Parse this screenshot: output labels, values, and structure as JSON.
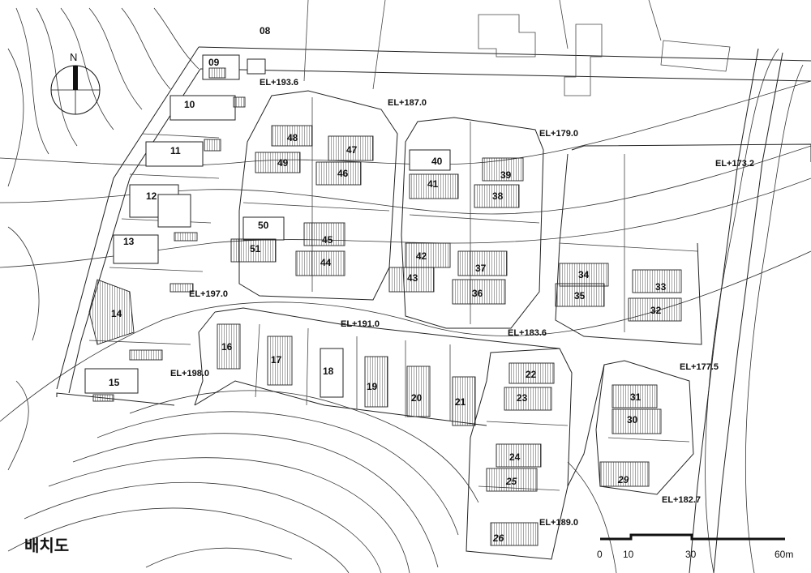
{
  "title": "배치도",
  "north_label": "N",
  "scale_bar": {
    "labels": [
      "0",
      "10",
      "30",
      "60m"
    ],
    "stops": [
      0,
      10,
      30,
      60
    ]
  },
  "lots": [
    "08",
    "09",
    "10",
    "11",
    "12",
    "13",
    "14",
    "15",
    "16",
    "17",
    "18",
    "19",
    "20",
    "21",
    "22",
    "23",
    "24",
    "25",
    "26",
    "30",
    "31",
    "32",
    "33",
    "34",
    "35",
    "36",
    "37",
    "38",
    "39",
    "40",
    "41",
    "42",
    "43",
    "44",
    "45",
    "46",
    "47",
    "48",
    "49",
    "50",
    "51",
    "29"
  ],
  "elevations": [
    "EL+193.6",
    "EL+187.0",
    "EL+179.0",
    "EL+173.2",
    "EL+197.0",
    "EL+191.0",
    "EL+183.6",
    "EL+198.0",
    "EL+177.5",
    "EL+182.7",
    "EL+189.0"
  ]
}
